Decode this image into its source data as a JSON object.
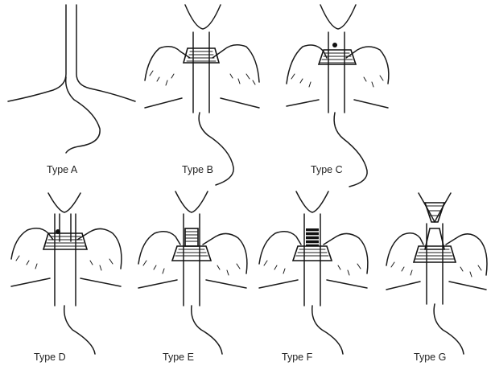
{
  "figure": {
    "panels": [
      {
        "id": "A",
        "label": "Type A",
        "variant": "plain"
      },
      {
        "id": "B",
        "label": "Type B",
        "variant": "banded-ring"
      },
      {
        "id": "C",
        "label": "Type C",
        "variant": "banded-ring-dot"
      },
      {
        "id": "D",
        "label": "Type D",
        "variant": "double-tube-ring"
      },
      {
        "id": "E",
        "label": "Type E",
        "variant": "ring-with-stem"
      },
      {
        "id": "F",
        "label": "Type F",
        "variant": "ring-with-block"
      },
      {
        "id": "G",
        "label": "Type G",
        "variant": "hourglass-ring"
      }
    ]
  }
}
